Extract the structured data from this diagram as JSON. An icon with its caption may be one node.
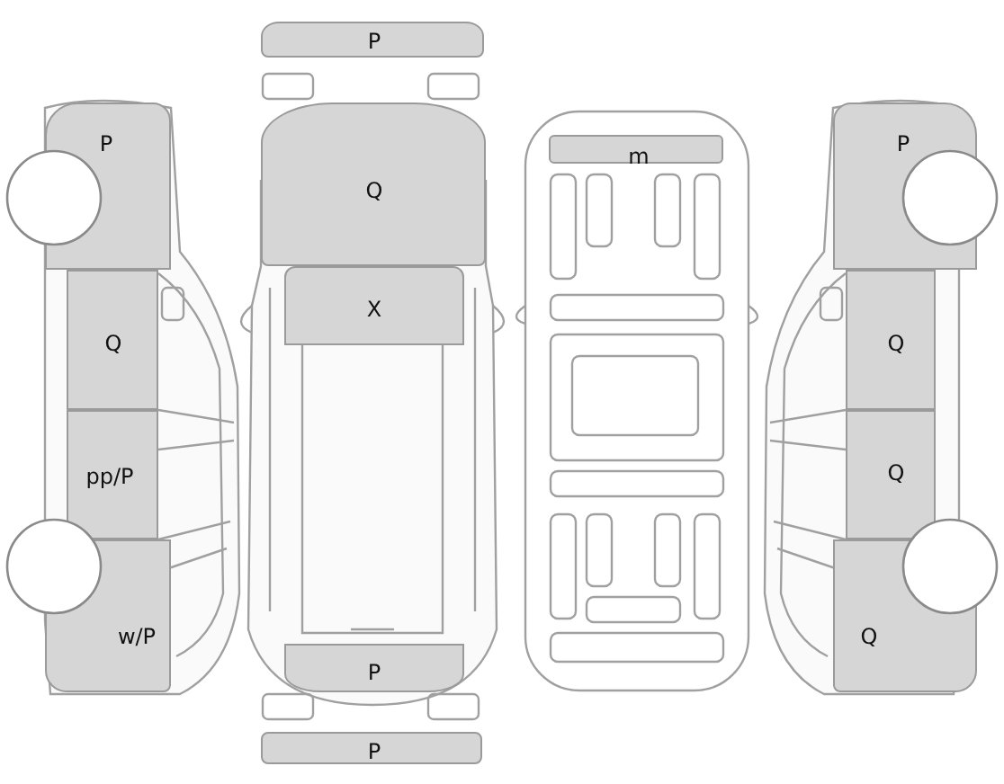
{
  "diagram": {
    "nodes": [
      {
        "text": [
          "P"
        ]
      },
      {
        "text": [
          "P"
        ]
      },
      {
        "text": [
          "Q"
        ]
      },
      {
        "text": [
          "m"
        ]
      },
      {
        "text": [
          "P"
        ]
      },
      {
        "text": [
          "Q"
        ]
      },
      {
        "text": [
          "X"
        ]
      },
      {
        "text": [
          "Q"
        ]
      },
      {
        "text": [
          "pp/P"
        ]
      },
      {
        "text": [
          "Q"
        ]
      },
      {
        "text": [
          "w/P"
        ]
      },
      {
        "text": [
          "P"
        ]
      },
      {
        "text": [
          "Q"
        ]
      },
      {
        "text": [
          "P"
        ]
      }
    ]
  }
}
